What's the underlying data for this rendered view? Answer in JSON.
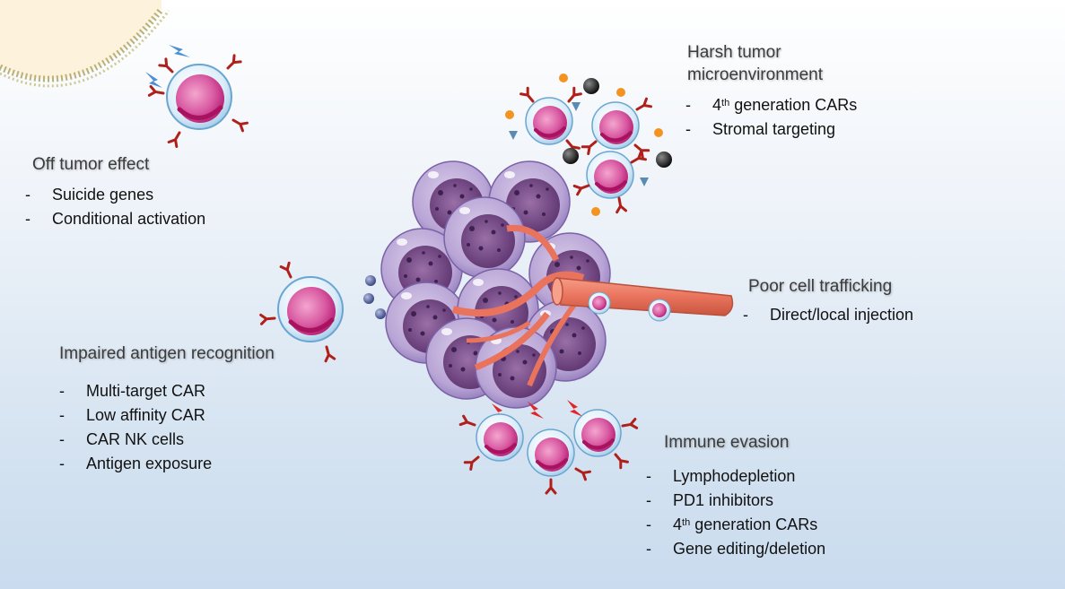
{
  "off_tumor": {
    "title": "Off tumor effect",
    "items": [
      "Suicide genes",
      "Conditional activation"
    ]
  },
  "harsh_tme": {
    "title_line1": "Harsh tumor",
    "title_line2": "microenvironment",
    "items": [
      {
        "prefix": "4",
        "sup": "th",
        "suffix": " generation CARs"
      },
      {
        "text": "Stromal targeting"
      }
    ]
  },
  "poor_trafficking": {
    "title": "Poor cell trafficking",
    "items": [
      "Direct/local injection"
    ]
  },
  "impaired_antigen": {
    "title": "Impaired antigen recognition",
    "items": [
      "Multi-target CAR",
      "Low affinity CAR",
      "CAR NK cells",
      "Antigen exposure"
    ]
  },
  "immune_evasion": {
    "title": "Immune evasion",
    "items": [
      {
        "text": "Lymphodepletion"
      },
      {
        "text": "PD1 inhibitors"
      },
      {
        "prefix": "4",
        "sup": "th",
        "suffix": " generation CARs"
      },
      {
        "text": "Gene editing/deletion"
      }
    ]
  },
  "dash": "-"
}
